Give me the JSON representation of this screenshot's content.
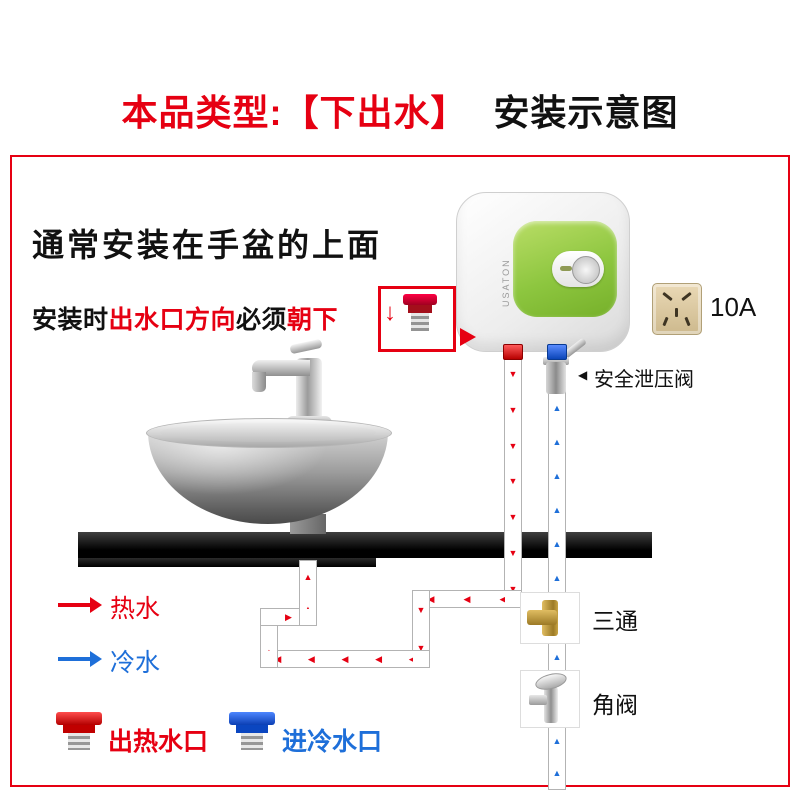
{
  "title": {
    "type": "本品类型:【下出水】",
    "name": "安装示意图"
  },
  "notes": {
    "placement": "通常安装在手盆的上面",
    "warning": [
      {
        "t": "安装时"
      },
      {
        "t": "出水口方向"
      },
      {
        "t": "必须"
      },
      {
        "t": "朝下"
      }
    ]
  },
  "heater": {
    "brand": "USATON"
  },
  "socket": {
    "rating": "10A"
  },
  "labels": {
    "safety_valve": "安全泄压阀",
    "tee": "三通",
    "angle_valve": "角阀"
  },
  "legend": {
    "hot": "热水",
    "cold": "冷水",
    "hot_outlet": "出热水口",
    "cold_inlet": "进冷水口"
  },
  "colors": {
    "hot": "#e60012",
    "cold": "#1e6fd9",
    "green": "#8dc63f",
    "frame": "#e60012"
  }
}
